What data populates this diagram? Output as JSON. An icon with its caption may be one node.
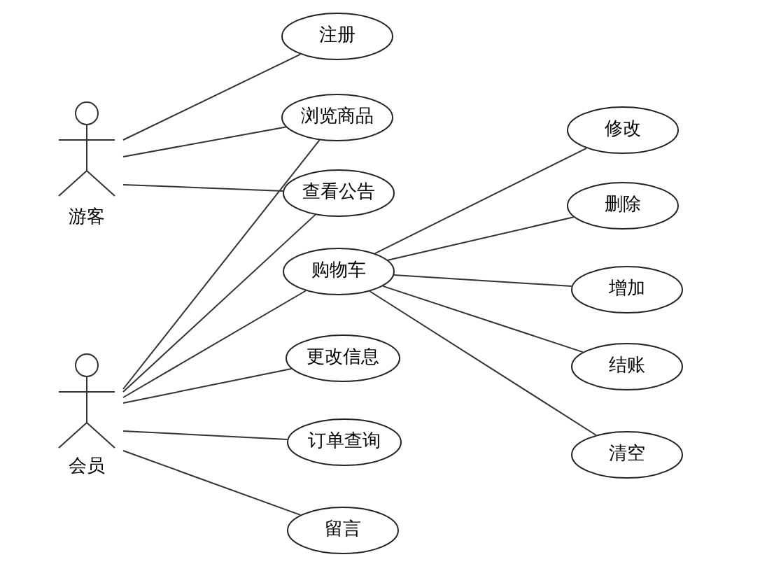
{
  "diagram": {
    "nodes": [
      {
        "text": [],
        "shape": "person",
        "beside": [
          "游客"
        ]
      },
      {
        "text": [],
        "shape": "person",
        "beside": [
          "会员"
        ]
      },
      {
        "text": [
          "注册"
        ]
      },
      {
        "text": [
          "浏览商品"
        ]
      },
      {
        "text": [
          "查看公告"
        ]
      },
      {
        "text": [
          "购物车"
        ]
      },
      {
        "text": [
          "更改信息"
        ]
      },
      {
        "text": [
          "订单查询"
        ]
      },
      {
        "text": [
          "留言"
        ]
      },
      {
        "text": [
          "修改"
        ]
      },
      {
        "text": [
          "删除"
        ]
      },
      {
        "text": [
          "增加"
        ]
      },
      {
        "text": [
          "结账"
        ]
      },
      {
        "text": [
          "清空"
        ]
      }
    ],
    "edges": [
      {
        "from": 0,
        "to": 2,
        "arrow": "none"
      },
      {
        "from": 0,
        "to": 3,
        "arrow": "none"
      },
      {
        "from": 0,
        "to": 4,
        "arrow": "none"
      },
      {
        "from": 1,
        "to": 3,
        "arrow": "none"
      },
      {
        "from": 1,
        "to": 4,
        "arrow": "none"
      },
      {
        "from": 1,
        "to": 5,
        "arrow": "none"
      },
      {
        "from": 1,
        "to": 6,
        "arrow": "none"
      },
      {
        "from": 1,
        "to": 7,
        "arrow": "none"
      },
      {
        "from": 1,
        "to": 8,
        "arrow": "none"
      },
      {
        "from": 5,
        "to": 9,
        "arrow": "none"
      },
      {
        "from": 5,
        "to": 10,
        "arrow": "none"
      },
      {
        "from": 5,
        "to": 11,
        "arrow": "none"
      },
      {
        "from": 5,
        "to": 12,
        "arrow": "none"
      },
      {
        "from": 5,
        "to": 13,
        "arrow": "none"
      }
    ]
  }
}
